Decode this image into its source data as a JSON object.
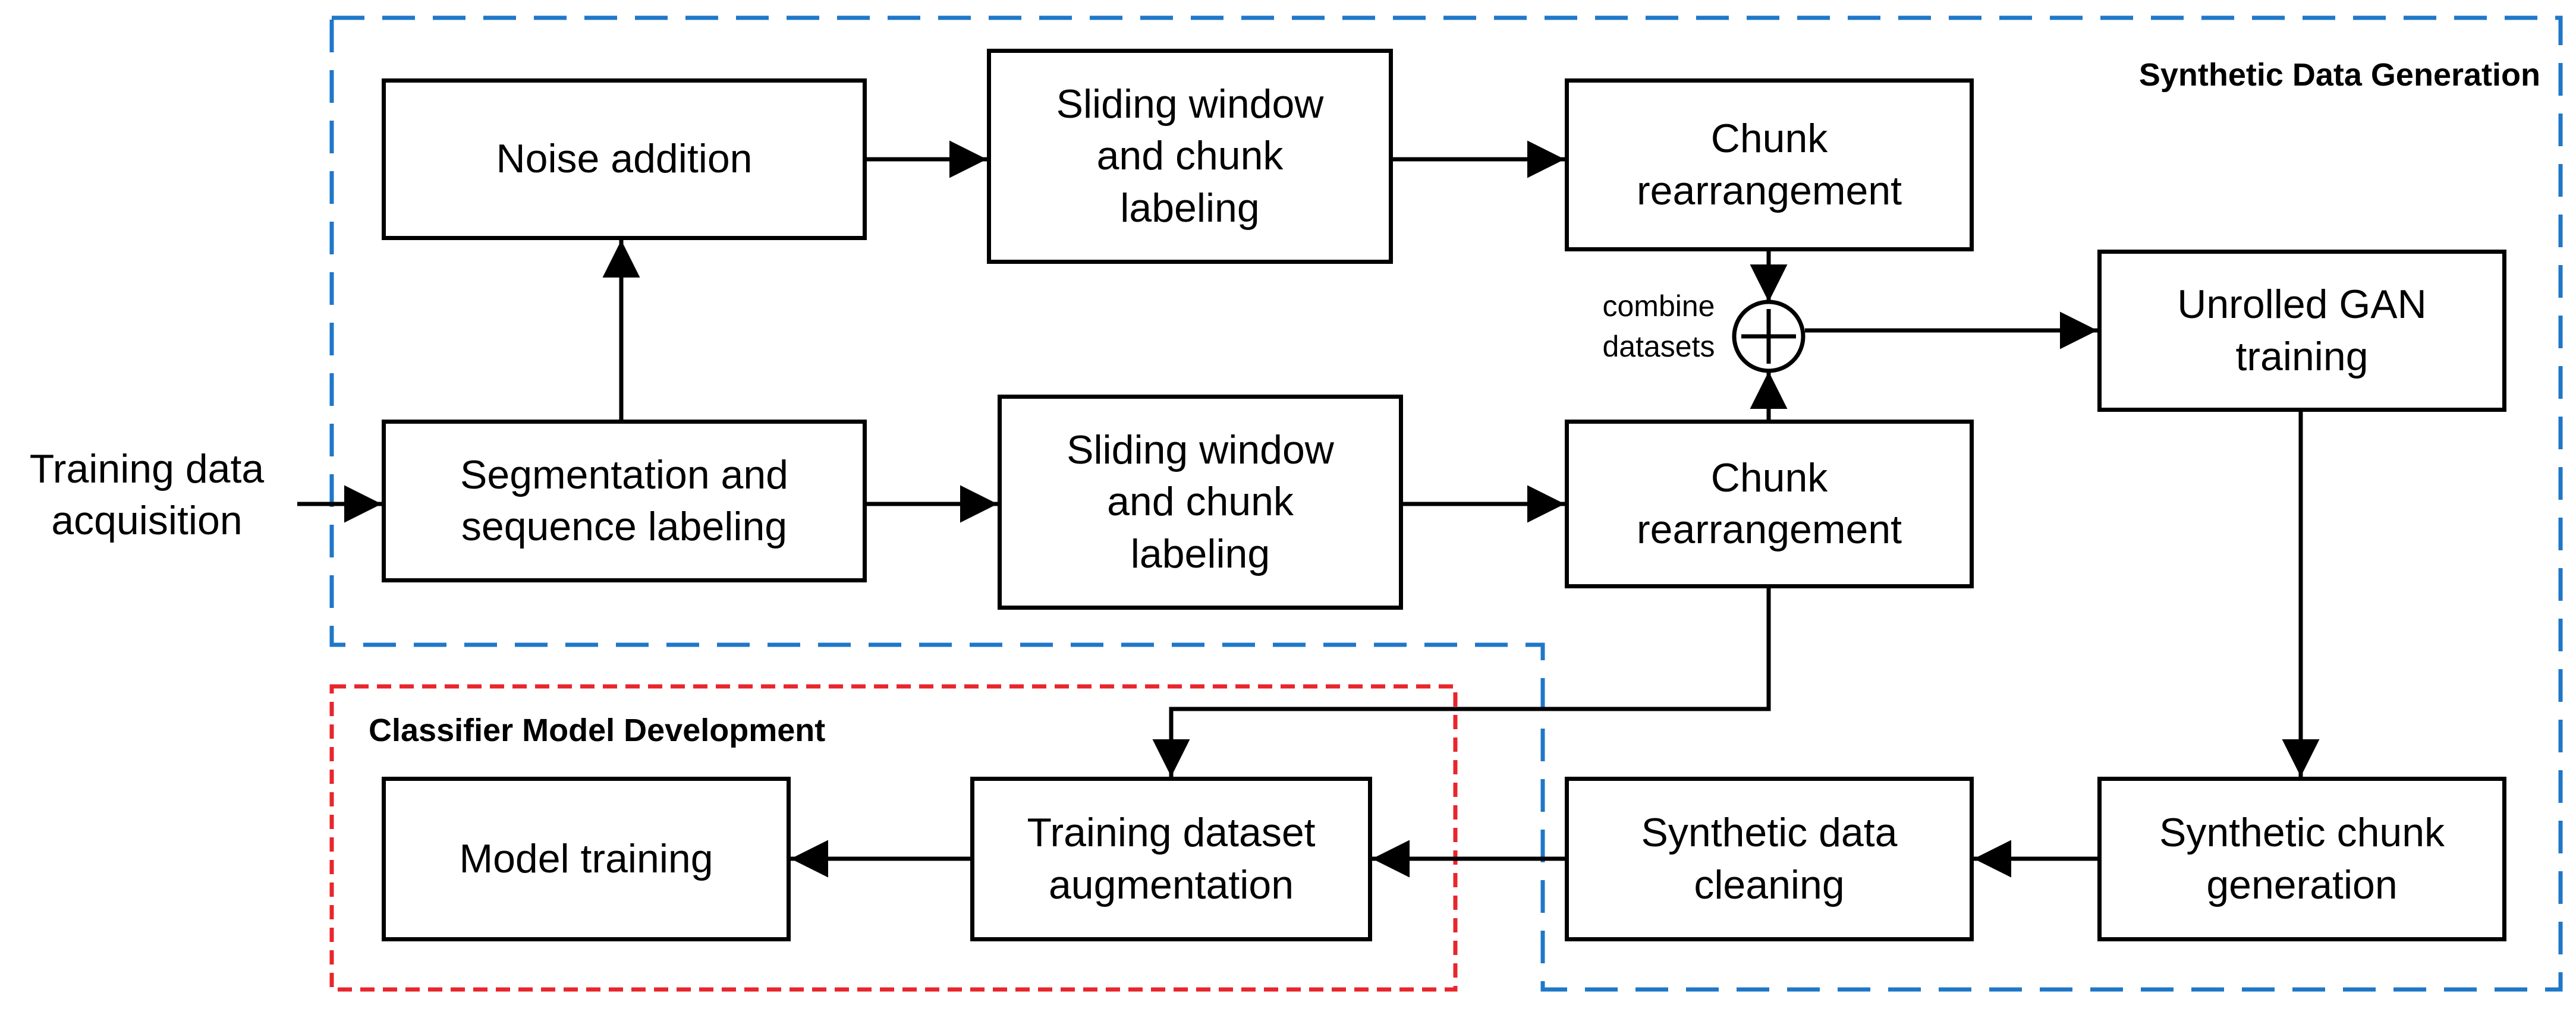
{
  "regions": {
    "synthetic": {
      "title": "Synthetic Data Generation",
      "color": "#1f77c8"
    },
    "classifier": {
      "title": "Classifier Model Development",
      "color": "#e8262c"
    }
  },
  "input_label": "Training data\nacquisition",
  "combine_label": "combine\ndatasets",
  "nodes": {
    "noise_addition": "Noise addition",
    "sliding_top": "Sliding window\nand chunk\nlabeling",
    "chunk_rearr_top": "Chunk\nrearrangement",
    "segmentation": "Segmentation and\nsequence labeling",
    "sliding_bottom": "Sliding window\nand chunk\nlabeling",
    "chunk_rearr_bottom": "Chunk\nrearrangement",
    "unrolled_gan": "Unrolled GAN\ntraining",
    "synthetic_chunk_gen": "Synthetic chunk\ngeneration",
    "synthetic_cleaning": "Synthetic data\ncleaning",
    "training_augmentation": "Training dataset\naugmentation",
    "model_training": "Model training"
  }
}
